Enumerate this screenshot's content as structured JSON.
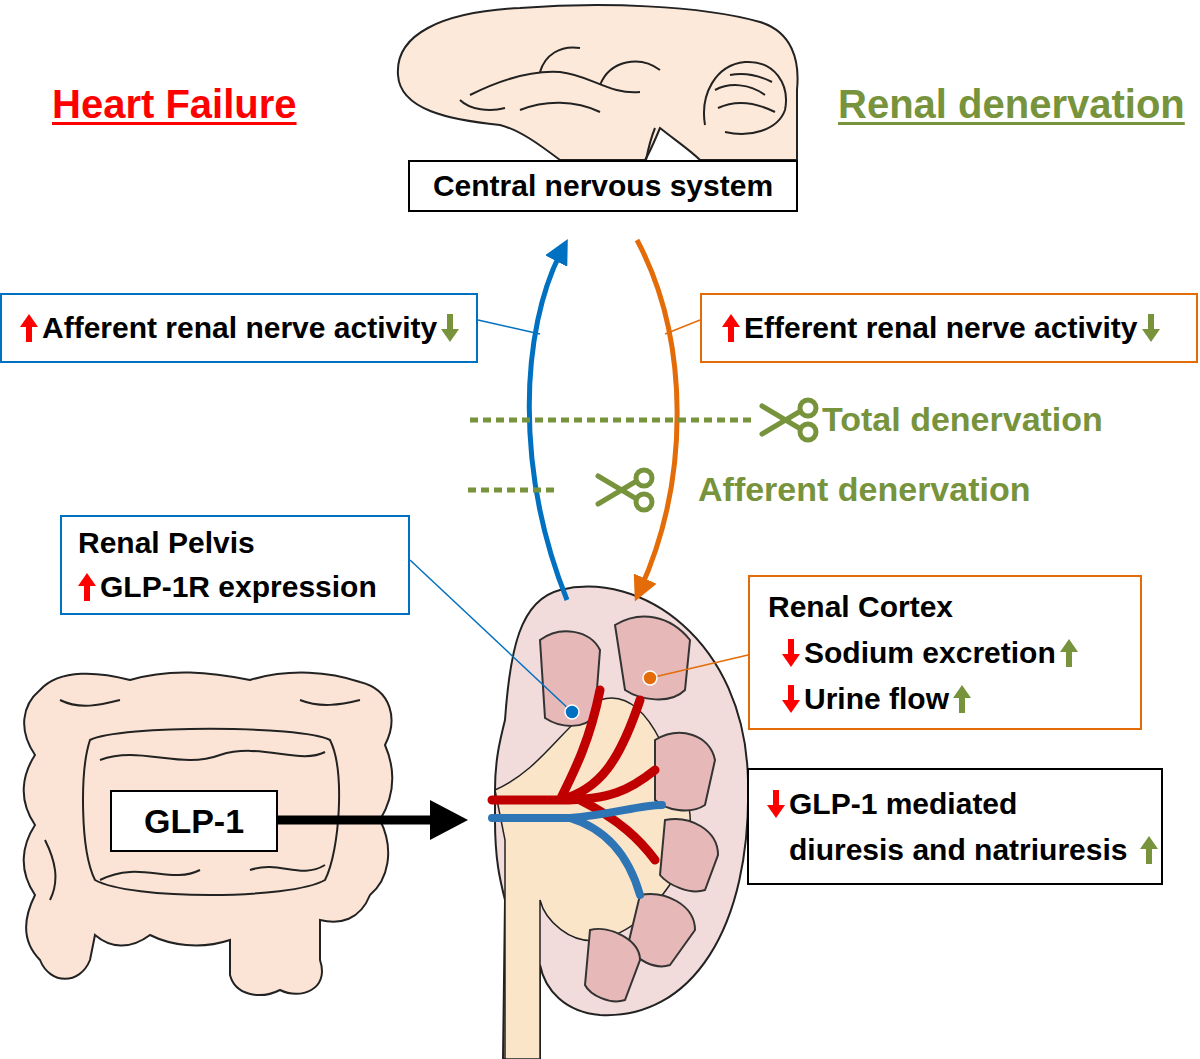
{
  "diagram": {
    "nodes": [
      {
        "text": [
          "Central nervous system"
        ]
      },
      {
        "text": [
          "Afferent renal nerve activity"
        ]
      },
      {
        "text": [
          "Efferent renal nerve activity"
        ]
      },
      {
        "text": [
          "Renal Pelvis",
          "GLP-1R expression"
        ]
      },
      {
        "text": [
          "Renal Cortex",
          "Sodium excretion",
          "Urine flow"
        ]
      },
      {
        "text": [
          "GLP-1"
        ]
      },
      {
        "text": [
          "GLP-1 mediated diuresis and natriuresis"
        ]
      }
    ],
    "labels": [
      "Heart Failure",
      "Renal denervation",
      "Total denervation",
      "Afferent denervation"
    ]
  }
}
